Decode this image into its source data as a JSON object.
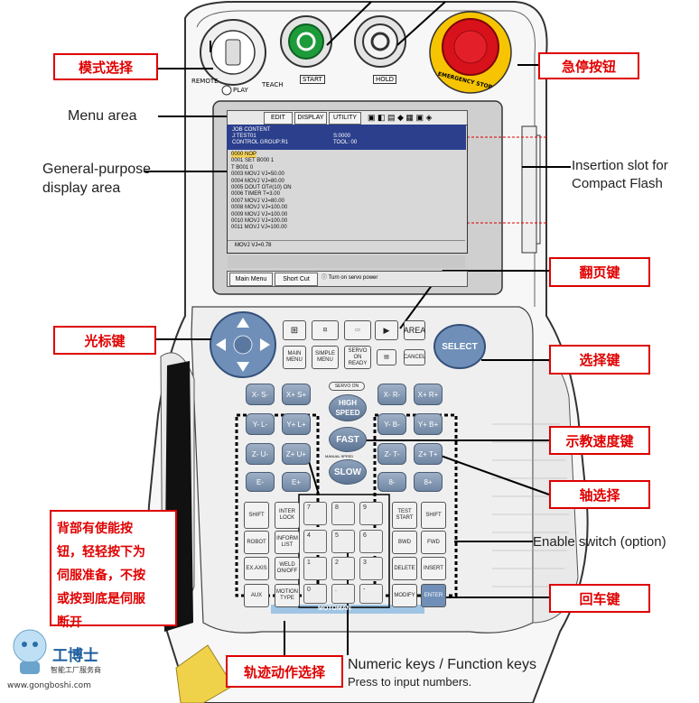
{
  "callouts": {
    "mode_select": "模式选择",
    "emergency_stop": "急停按钮",
    "page_key": "翻页键",
    "cursor_key": "光标键",
    "select_key": "选择键",
    "teach_speed": "示教速度键",
    "axis_select": "轴选择",
    "enter_key": "回车键",
    "motion_type": "轨迹动作选择",
    "enable_note": [
      "背部有使能按",
      "钮，轻轻按下为",
      "伺服准备，不按",
      "或按到底是伺服",
      "断开"
    ]
  },
  "english_labels": {
    "menu_area": "Menu area",
    "general_display": [
      "General-purpose",
      "display area"
    ],
    "insertion_slot": [
      "Insertion slot for",
      "Compact Flash"
    ],
    "enable_switch": "Enable switch (option)",
    "numeric_keys": [
      "Numeric keys / Function keys",
      "Press to input numbers."
    ]
  },
  "pendant": {
    "mode_labels": [
      "REMOTE",
      "PLAY",
      "TEACH"
    ],
    "start_label": "START",
    "hold_label": "HOLD",
    "estop_label": "EMERGENCY STOP",
    "menu_buttons": [
      "EDIT",
      "DISPLAY",
      "UTILITY"
    ],
    "job_header": [
      "JOB CONTENT",
      "J:TEST01",
      "CONTROL GROUP:R1"
    ],
    "job_header_right": [
      "S:0000",
      "TOOL: 00"
    ],
    "job_lines": [
      "0000 NOP",
      "0001 SET B000 1",
      "       T B001 0",
      "0003 MOVJ VJ=50.00",
      "0004 MOVJ VJ=80.00",
      "0005 DOUT OT#(10) ON",
      "0006 TIMER T=3.00",
      "0007 MOVJ VJ=80.00",
      "0008 MOVJ VJ=100.00",
      "0009 MOVJ VJ=100.00",
      "0010 MOVJ VJ=100.00",
      "0011 MOVJ VJ=100.00"
    ],
    "job_footer": "MOVJ VJ=0.78",
    "soft_buttons": [
      "Main Menu",
      "Short Cut"
    ],
    "status_msg": "Turn on servo power",
    "function_keys": [
      "MAIN MENU",
      "SIMPLE MENU",
      "SERVO ON READY",
      "CANCEL",
      "AREA"
    ],
    "select_label": "SELECT",
    "servo_on": "SERVO ON",
    "speed_keys": [
      "HIGH SPEED",
      "FAST",
      "SLOW"
    ],
    "manual_speed": "MANUAL SPEED",
    "axis_left": [
      "X- S-",
      "X+ S+",
      "Y- L-",
      "Y+ L+",
      "Z- U-",
      "Z+ U+",
      "E-",
      "E+"
    ],
    "axis_right": [
      "X- R-",
      "X+ R+",
      "Y- B-",
      "Y+ B+",
      "Z- T-",
      "Z+ T+",
      "8-",
      "8+"
    ],
    "lower_left_keys": [
      "SHIFT",
      "INTER LOCK",
      "ROBOT",
      "INFORM LIST",
      "EX.AXIS",
      "WELD ON/OFF",
      "AUX",
      "MOTION TYPE"
    ],
    "lower_right_keys": [
      "TEST START",
      "SHIFT",
      "BWD",
      "FWD",
      "DELETE",
      "INSERT",
      "MODIFY",
      "ENTER"
    ],
    "num_keys": [
      "7",
      "8",
      "9",
      "4",
      "5",
      "6",
      "1",
      "2",
      "3",
      "0",
      ".",
      "-"
    ],
    "brand_bottom": "MOTOMAN"
  },
  "watermark": {
    "brand": "工博士",
    "sub": "智能工厂服务商",
    "url": "www.gongboshi.com"
  }
}
